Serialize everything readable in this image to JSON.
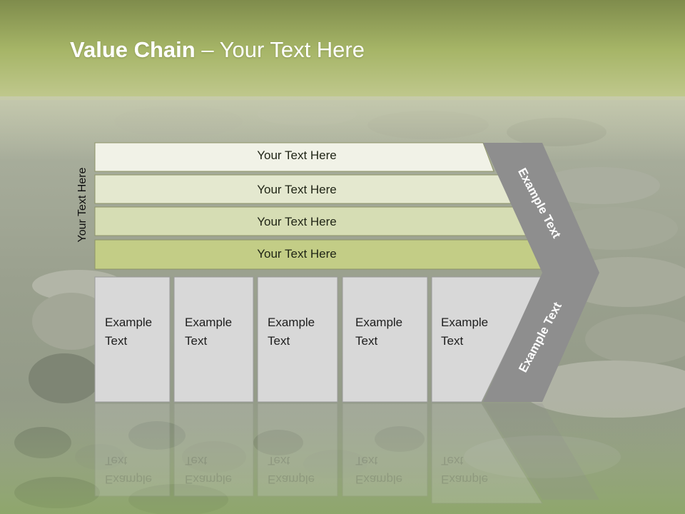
{
  "slide": {
    "title_bold": "Value Chain",
    "title_rest": " – Your Text Here",
    "side_label": "Your Text Here"
  },
  "bars": [
    {
      "label": "Your Text Here",
      "color": "#f1f2e7"
    },
    {
      "label": "Your Text Here",
      "color": "#e4e8cf"
    },
    {
      "label": "Your Text Here",
      "color": "#d6ddb4"
    },
    {
      "label": "Your Text Here",
      "color": "#c3cd86"
    }
  ],
  "columns": [
    {
      "line1": "Example",
      "line2": "Text"
    },
    {
      "line1": "Example",
      "line2": "Text"
    },
    {
      "line1": "Example",
      "line2": "Text"
    },
    {
      "line1": "Example",
      "line2": "Text"
    },
    {
      "line1": "Example",
      "line2": "Text"
    }
  ],
  "chevron": {
    "top_label": "Example Text",
    "bottom_label": "Example Text",
    "color": "#8e8e8e"
  },
  "colors": {
    "header_green": "#8d9b5a",
    "column_fill": "#d8d8d8",
    "column_border": "#9a9a9a"
  }
}
